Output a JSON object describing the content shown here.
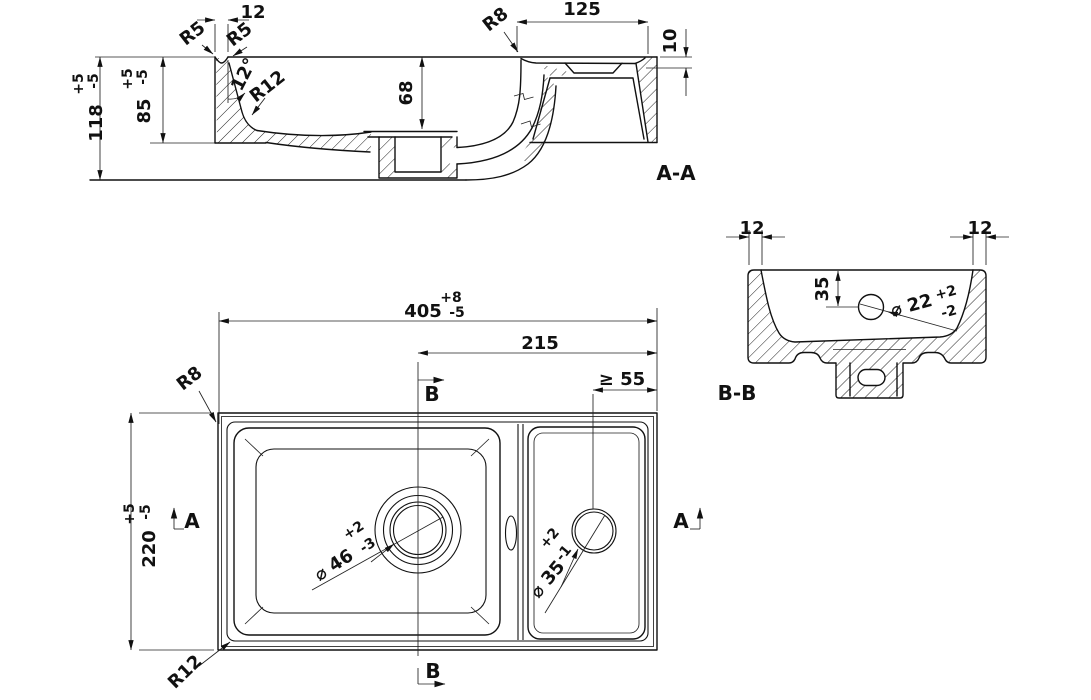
{
  "drawing": {
    "aa": {
      "label": "A-A",
      "rim_width": "12",
      "r5_left": "R5",
      "r5_right": "R5",
      "angle": "12°",
      "r12": "R12",
      "bowl_depth": "68",
      "ledge_width": "125",
      "r8": "R8",
      "ledge_drop": "10",
      "height_outer": "118",
      "height_outer_plus": "+5",
      "height_outer_minus": "-5",
      "height_inner": "85",
      "height_inner_plus": "+5",
      "height_inner_minus": "-5"
    },
    "bb": {
      "label": "B-B",
      "wall_left": "12",
      "wall_right": "12",
      "hole_offset": "35",
      "hole_dia": "⌀ 22",
      "hole_plus": "+2",
      "hole_minus": "-2"
    },
    "plan": {
      "width": "405",
      "width_plus": "+8",
      "width_minus": "-5",
      "drain_offset": "215",
      "tap_min_edge": "≥ 55",
      "depth": "220",
      "depth_plus": "+5",
      "depth_minus": "-5",
      "r8": "R8",
      "r12": "R12",
      "drain_dia": "⌀ 46",
      "drain_plus": "+2",
      "drain_minus": "-3",
      "tap_dia": "⌀ 35",
      "tap_plus": "+2",
      "tap_minus": "-1",
      "marker_a": "A",
      "marker_b": "B"
    }
  }
}
